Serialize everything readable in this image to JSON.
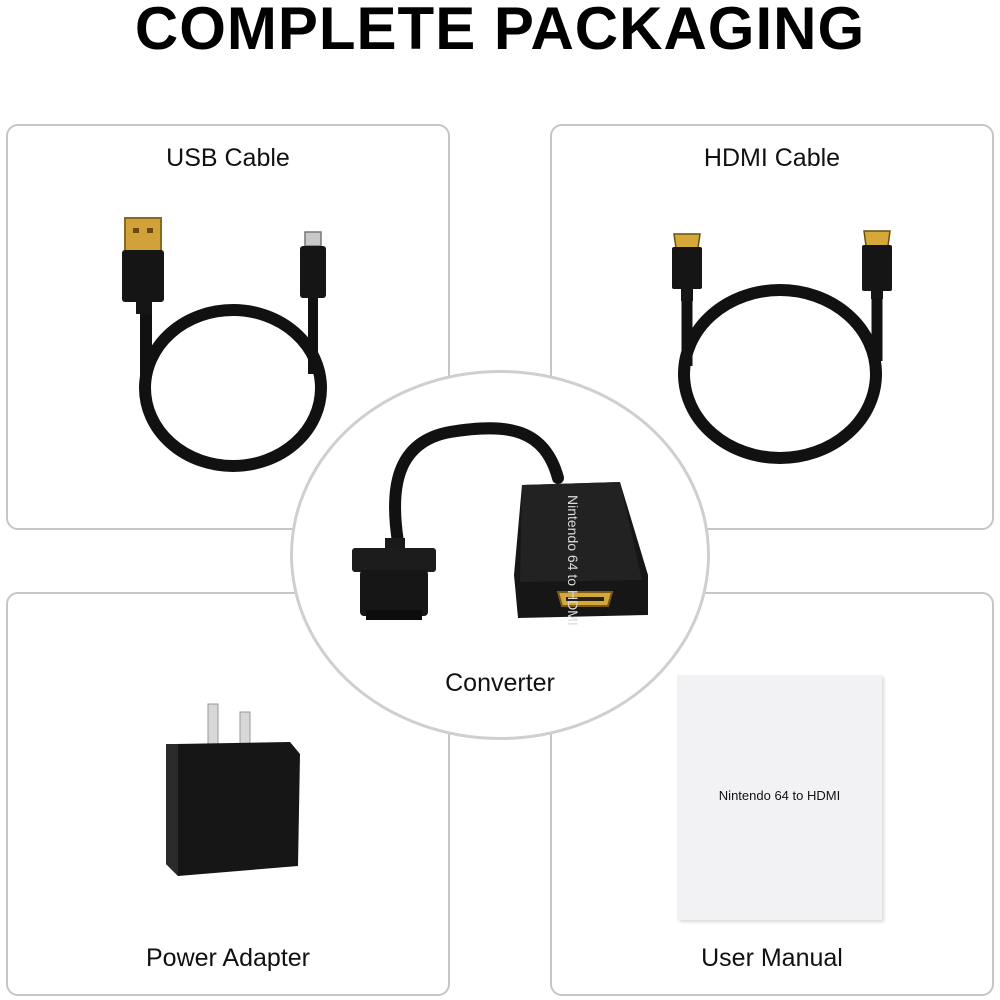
{
  "title": "COMPLETE PACKAGING",
  "items": {
    "usb_cable": {
      "label": "USB Cable"
    },
    "hdmi_cable": {
      "label": "HDMI Cable"
    },
    "converter": {
      "label": "Converter",
      "device_text": "Nintendo 64 to HDMI"
    },
    "power_adapter": {
      "label": "Power Adapter"
    },
    "user_manual": {
      "label": "User Manual",
      "cover_text": "Nintendo 64 to HDMI"
    }
  },
  "colors": {
    "card_border": "#c6c6c6",
    "cable": "#111111",
    "connector_gold": "#d4a93a"
  }
}
